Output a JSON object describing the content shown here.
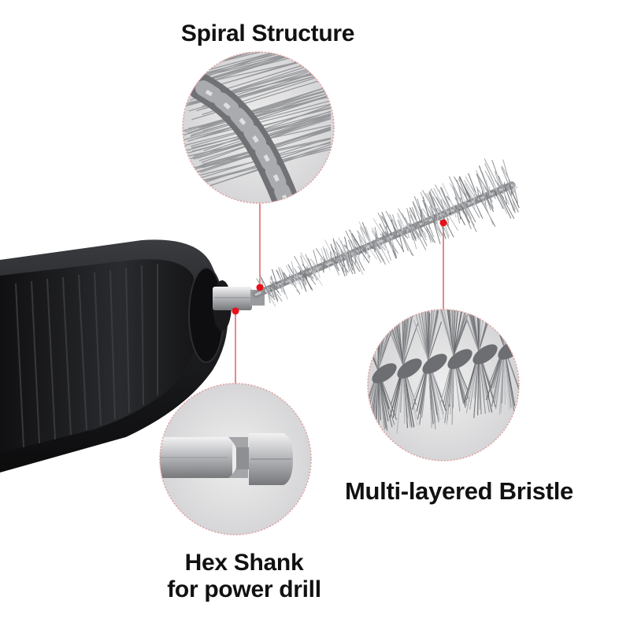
{
  "labels": {
    "spiral": "Spiral Structure",
    "bristle": "Multi-layered Bristle",
    "hex_line1": "Hex Shank",
    "hex_line2": "for power drill"
  },
  "colors": {
    "background": "#ffffff",
    "text": "#111111",
    "accent_dot": "#e8101a",
    "guide_line": "#d25a5a",
    "drill_body": "#1b1c1e",
    "bristle_steel": "#8f9194",
    "shank_steel": "#c9cacc"
  },
  "icons": {
    "callout_marker": "red-dot"
  }
}
